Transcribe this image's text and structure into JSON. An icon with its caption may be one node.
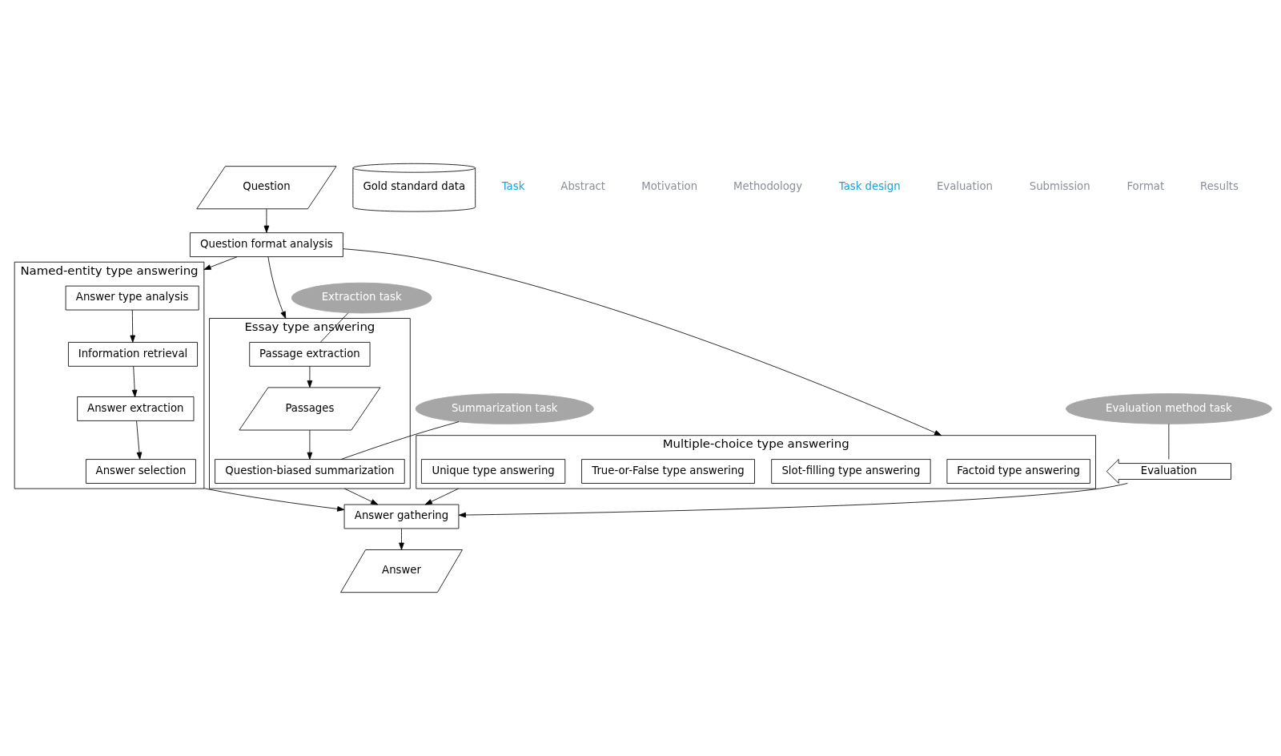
{
  "diagram": {
    "nodes": [
      {
        "text": [
          "Question"
        ]
      },
      {
        "text": [
          "Question format analysis"
        ]
      },
      {
        "text": [
          "Multiple-choice type answering"
        ]
      },
      {
        "text": [
          "Factoid type answering"
        ],
        "in": 2
      },
      {
        "text": [
          "Slot-filling type answering"
        ],
        "in": 2
      },
      {
        "text": [
          "True-or-False type answering"
        ],
        "in": 2
      },
      {
        "text": [
          "Unique type answering"
        ],
        "in": 2
      },
      {
        "text": [
          "Named-entity type answering"
        ]
      },
      {
        "text": [
          "Answer type analysis"
        ],
        "in": 7
      },
      {
        "text": [
          "Information retrieval"
        ],
        "in": 7
      },
      {
        "text": [
          "Answer extraction"
        ],
        "in": 7
      },
      {
        "text": [
          "Answer selection"
        ],
        "in": 7
      },
      {
        "text": [
          "Essay type answering"
        ]
      },
      {
        "text": [
          "Passage extraction"
        ],
        "in": 12
      },
      {
        "text": [
          "Passages"
        ],
        "in": 12
      },
      {
        "text": [
          "Question-biased summarization"
        ],
        "in": 12
      },
      {
        "text": [
          "Answer gathering"
        ]
      },
      {
        "text": [
          "Answer"
        ]
      },
      {
        "text": [
          "Evaluation"
        ]
      },
      {
        "text": [
          "Gold standard data"
        ]
      },
      {
        "text": [
          "Extraction task"
        ]
      },
      {
        "text": [
          "Summarization task"
        ]
      },
      {
        "text": [
          "Evaluation method task"
        ]
      }
    ],
    "edges": [
      {
        "from": 0,
        "to": 1,
        "arrow": "to"
      },
      {
        "from": 1,
        "to": 2,
        "arrow": "to"
      },
      {
        "from": 1,
        "to": 7,
        "arrow": "to"
      },
      {
        "from": 1,
        "to": 12,
        "arrow": "to"
      },
      {
        "from": 8,
        "to": 9,
        "arrow": "to"
      },
      {
        "from": 9,
        "to": 10,
        "arrow": "to"
      },
      {
        "from": 10,
        "to": 11,
        "arrow": "to"
      },
      {
        "from": 13,
        "to": 14,
        "arrow": "to"
      },
      {
        "from": 14,
        "to": 15,
        "arrow": "to"
      },
      {
        "from": 2,
        "to": 16,
        "arrow": "to"
      },
      {
        "from": 7,
        "to": 16,
        "arrow": "to"
      },
      {
        "from": 12,
        "to": 16,
        "arrow": "to"
      },
      {
        "from": 16,
        "to": 17,
        "arrow": "to"
      },
      {
        "from": 18,
        "to": 16,
        "arrow": "to"
      },
      {
        "from": 20,
        "to": 13,
        "arrow": "none"
      },
      {
        "from": 21,
        "to": 15,
        "arrow": "none"
      },
      {
        "from": 22,
        "to": 18,
        "arrow": "none"
      }
    ],
    "labels": [
      "Task",
      "Abstract",
      "Motivation",
      "Methodology",
      "Task design",
      "Evaluation",
      "Submission",
      "Format",
      "Results"
    ]
  }
}
